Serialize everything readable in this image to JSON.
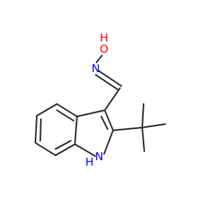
{
  "molecule": {
    "atoms": [
      {
        "id": "O",
        "label": "O",
        "color": "#ff0000"
      },
      {
        "id": "H_O",
        "label": "H",
        "color": "#ff0000"
      },
      {
        "id": "N_oxime",
        "label": "N",
        "color": "#0000ff"
      },
      {
        "id": "N_indole",
        "label": "N",
        "color": "#0000ff"
      },
      {
        "id": "H_N",
        "label": "H",
        "color": "#0000ff"
      }
    ],
    "bond_color": "#2b2b2b"
  }
}
